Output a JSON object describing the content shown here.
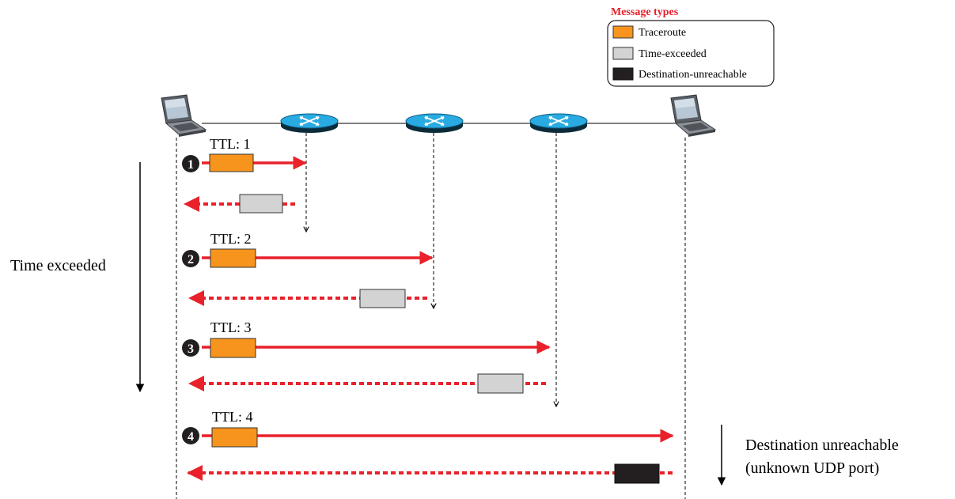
{
  "legend": {
    "title": "Message types",
    "items": [
      {
        "label": "Traceroute",
        "color": "#f7941d"
      },
      {
        "label": "Time-exceeded",
        "color": "#d3d3d3"
      },
      {
        "label": "Destination-unreachable",
        "color": "#231f20"
      }
    ]
  },
  "colors": {
    "arrow": "#e8212a",
    "legend_title": "#e8212a",
    "router": "#29abe2",
    "router_dark": "#0b6b93"
  },
  "icons": [
    "laptop-icon",
    "router-icon",
    "number-badge"
  ],
  "steps": [
    {
      "number": "1",
      "ttl": "TTL: 1"
    },
    {
      "number": "2",
      "ttl": "TTL: 2"
    },
    {
      "number": "3",
      "ttl": "TTL: 3"
    },
    {
      "number": "4",
      "ttl": "TTL: 4"
    }
  ],
  "side_labels": {
    "left": "Time exceeded",
    "right_line1": "Destination unreachable",
    "right_line2": "(unknown UDP port)"
  }
}
